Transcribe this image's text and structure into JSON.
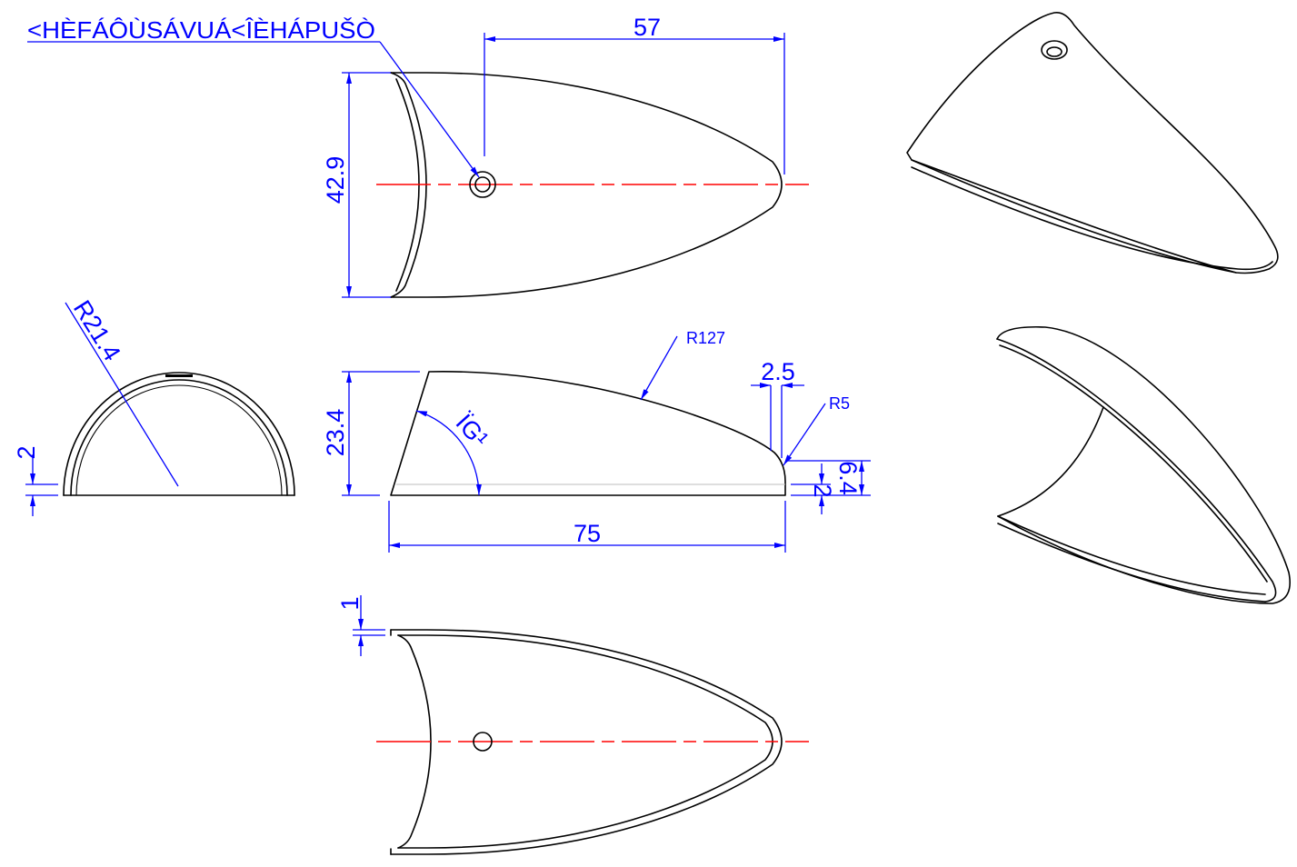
{
  "note": {
    "text": "<HÈFÁÔÙSÁVUÁ<ÎÈHÁPUŠÒ"
  },
  "dimensions": {
    "len_57": "57",
    "height_42_9": "42.9",
    "radius_21_4": "R21.4",
    "thickness_2": "2",
    "radius_127": "R127",
    "width_2_5": "2.5",
    "radius_5": "R5",
    "height_23_4": "23.4",
    "angle": "ÏG¹",
    "len_75": "75",
    "small_2": "2",
    "height_6_4": "6.4",
    "thickness_1": "1"
  },
  "colors": {
    "geometry": "#000000",
    "dimension": "#0000ff",
    "centerline": "#ff0000"
  }
}
